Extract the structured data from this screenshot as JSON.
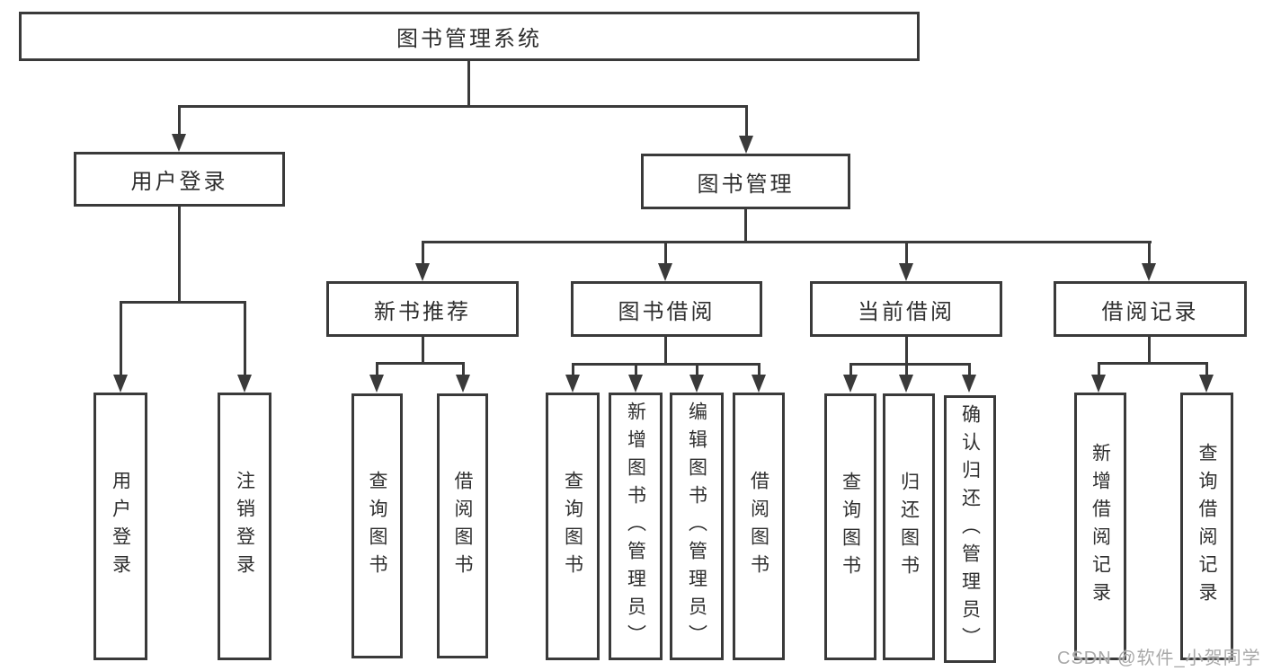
{
  "title": "图书管理系统",
  "watermark": "CSDN @软件_小贺同学",
  "colors": {
    "line": "#3a3a3a",
    "text": "#2f2f2f",
    "watermark": "#a9a9a9"
  },
  "nodes": {
    "user_login": "用户登录",
    "book_mgmt": "图书管理",
    "new_book_rec": "新书推荐",
    "book_borrow": "图书借阅",
    "current_borrow": "当前借阅",
    "borrow_records": "借阅记录"
  },
  "leaves": {
    "user_login": [
      "用户登录",
      "注销登录"
    ],
    "new_book_rec": [
      "查询图书",
      "借阅图书"
    ],
    "book_borrow": [
      "查询图书",
      "新增图书（管理员）",
      "编辑图书（管理员）",
      "借阅图书"
    ],
    "current_borrow": [
      "查询图书",
      "归还图书",
      "确认归还（管理员）"
    ],
    "borrow_records": [
      "新增借阅记录",
      "查询借阅记录"
    ]
  }
}
